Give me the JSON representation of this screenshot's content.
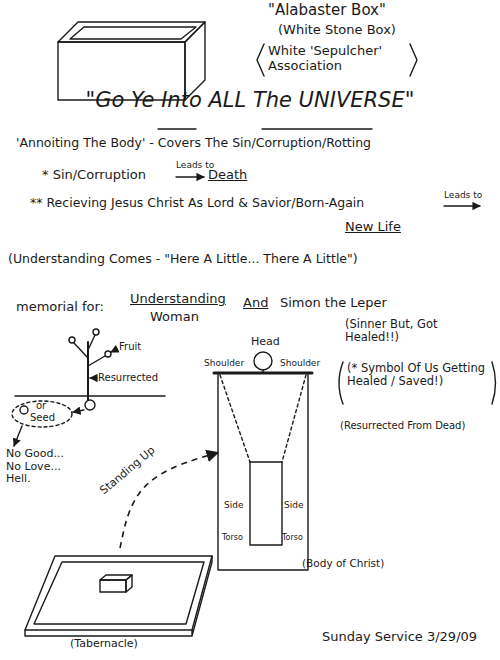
{
  "diagram": {
    "title": "\"Go Ye Into ALL The UNIVERSE\"",
    "nodes": [
      {
        "text": [
          "Head",
          "Shoulder",
          "Shoulder",
          "Side",
          "Side",
          "Torso",
          "Torso",
          "(Body of Christ)"
        ]
      },
      {
        "text": [
          "(Tabernacle)"
        ]
      }
    ],
    "edges": [
      {
        "from": 1,
        "to": 0,
        "arrow": "to",
        "label": "Standing Up"
      }
    ],
    "labels": [
      "\"Alabaster Box\"",
      "(White Stone Box)",
      "White 'Sepulcher' Association",
      "'Annoiting The Body' - Covers The Sin/Corruption/Rotting",
      "* Sin/Corruption",
      "Leads to",
      "Death",
      "** Recieving Jesus Christ As Lord & Savior/Born-Again",
      "Leads to",
      "New Life",
      "(Understanding Comes - \"Here A Little... There A Little\")",
      "memorial for:",
      "Understanding",
      "Woman",
      "And",
      "Simon the Leper",
      "(Sinner But, Got Healed!!)",
      "(* Symbol Of Us Getting Healed / Saved!)",
      "(Resurrected From Dead)",
      "Fruit",
      "Resurrected",
      "or",
      "Seed",
      "No Good... No Love... Hell.",
      "Sunday Service 3/29/09"
    ]
  }
}
